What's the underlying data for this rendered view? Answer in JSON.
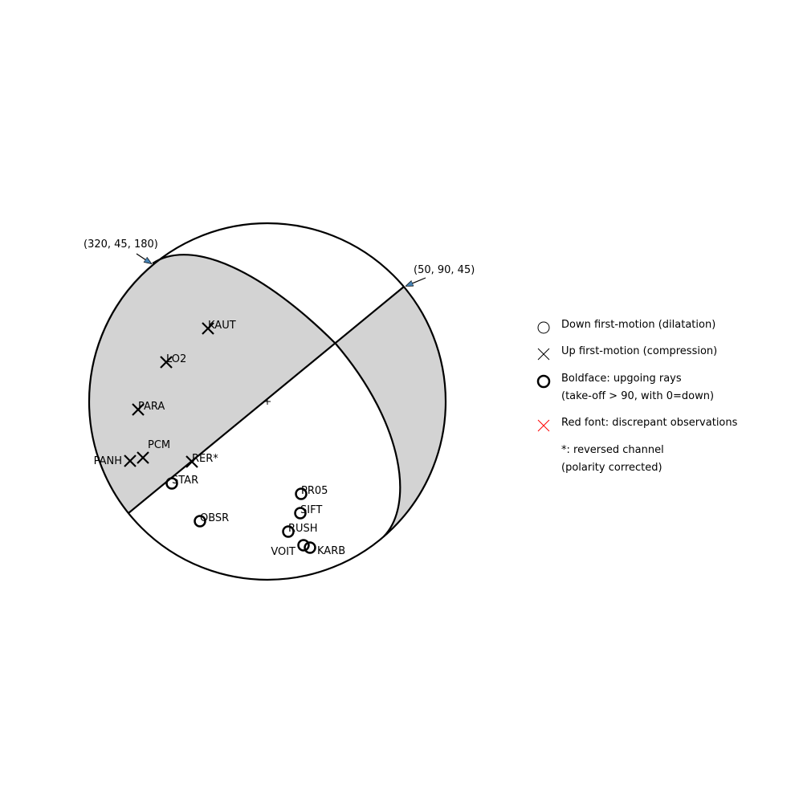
{
  "colors": {
    "compressional_fill": "#d3d3d3",
    "arrow_fill": "#4682b4",
    "discrepant": "#ff0000"
  },
  "plane_labels": {
    "plane1": "(320, 45, 180)",
    "plane2": "(50, 90, 45)"
  },
  "stations": [
    {
      "name": "KAUT",
      "polarity": "up"
    },
    {
      "name": "LO2",
      "polarity": "up"
    },
    {
      "name": "PARA",
      "polarity": "up"
    },
    {
      "name": "PANH",
      "polarity": "up"
    },
    {
      "name": "PCM",
      "polarity": "up"
    },
    {
      "name": "RER*",
      "polarity": "up"
    },
    {
      "name": "STAR",
      "polarity": "down",
      "upgoing": true
    },
    {
      "name": "OBSR",
      "polarity": "down",
      "upgoing": true
    },
    {
      "name": "PR05",
      "polarity": "down",
      "upgoing": true
    },
    {
      "name": "SIFT",
      "polarity": "down",
      "upgoing": true
    },
    {
      "name": "RUSH",
      "polarity": "down",
      "upgoing": true
    },
    {
      "name": "VOIT",
      "polarity": "down",
      "upgoing": true
    },
    {
      "name": "KARB",
      "polarity": "down",
      "upgoing": true
    }
  ],
  "legend": {
    "down": "Down first-motion (dilatation)",
    "up": "Up first-motion (compression)",
    "bold_1": "Boldface: upgoing rays",
    "bold_2": "(take-off > 90, with 0=down)",
    "red": "Red font: discrepant observations",
    "rev_1": "*: reversed channel",
    "rev_2": "(polarity corrected)"
  }
}
